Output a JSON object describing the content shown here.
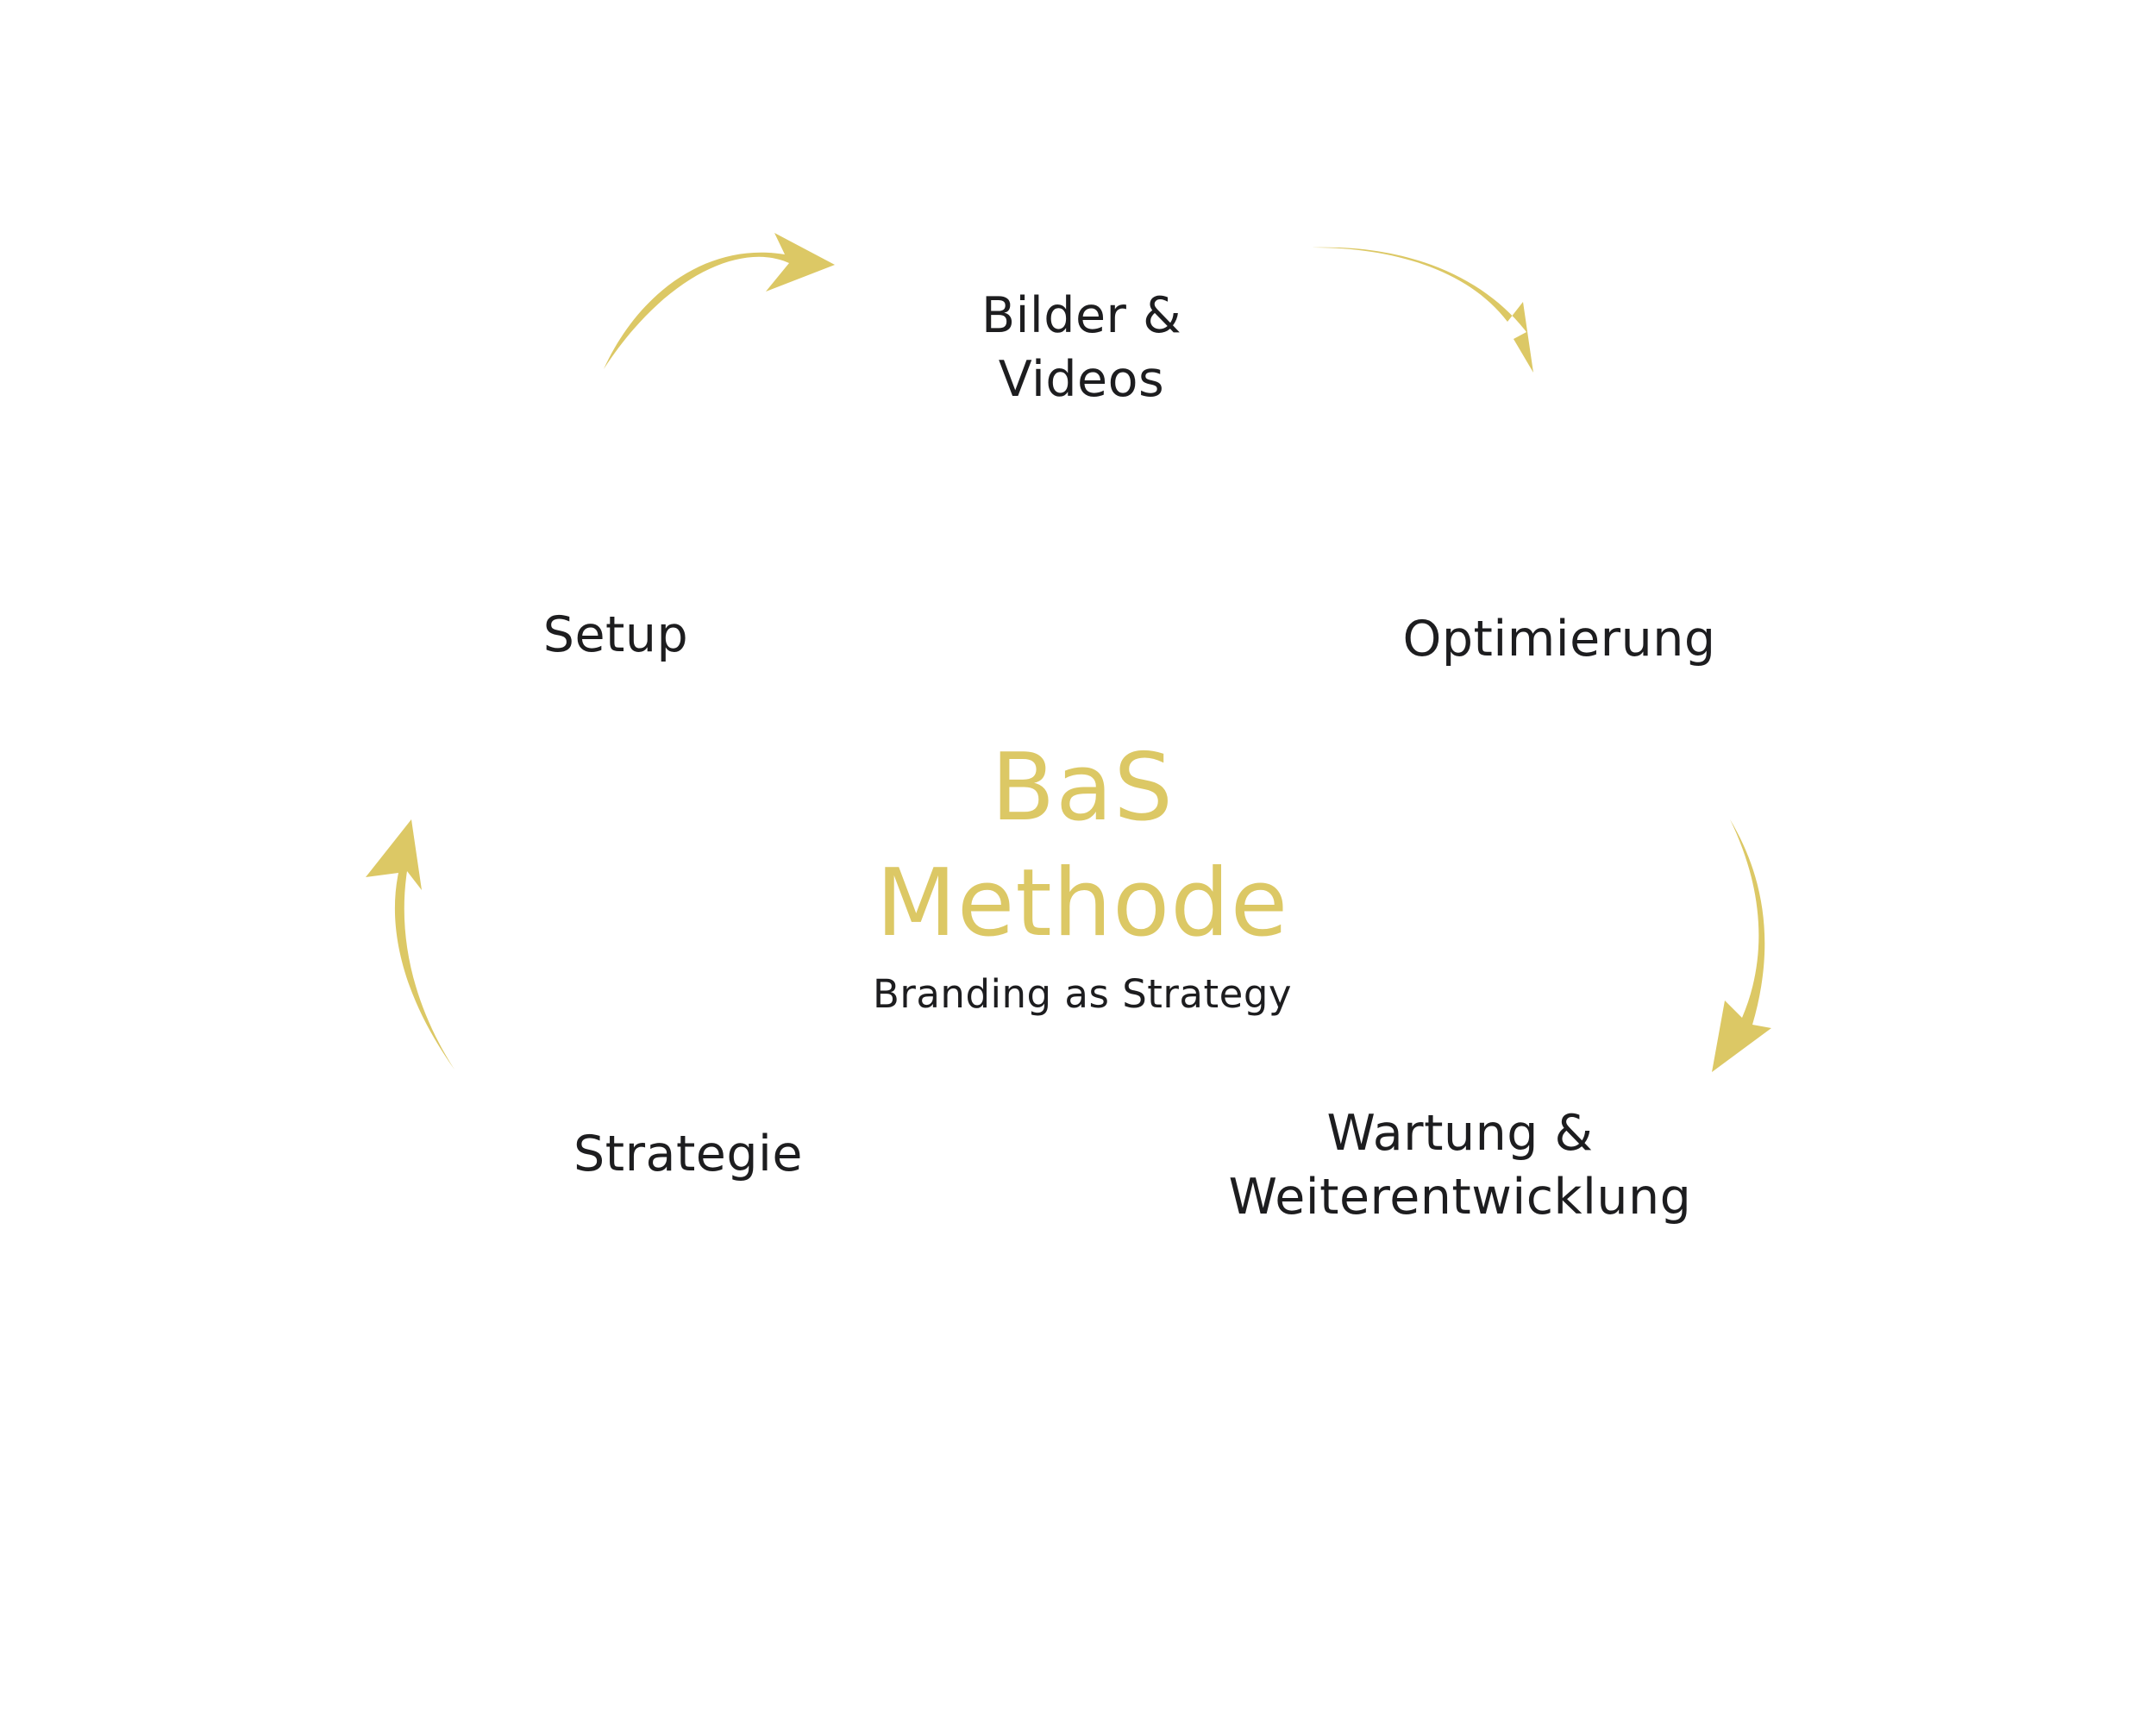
{
  "accent_color": "#dcc865",
  "text_color": "#1d1d1f",
  "center": {
    "title_line1": "BaS",
    "title_line2": "Methode",
    "subtitle": "Branding as Strategy"
  },
  "steps": {
    "bilder": {
      "line1": "Bilder &",
      "line2": "Videos"
    },
    "optimierung": {
      "line1": "Optimierung"
    },
    "wartung": {
      "line1": "Wartung &",
      "line2": "Weiterentwicklung"
    },
    "strategie": {
      "line1": "Strategie"
    },
    "setup": {
      "line1": "Setup"
    }
  },
  "arrows": [
    {
      "name": "arrow-setup-to-bilder",
      "icon": "curved-arrow-icon"
    },
    {
      "name": "arrow-bilder-to-optimierung",
      "icon": "curved-arrow-icon"
    },
    {
      "name": "arrow-optimierung-to-wartung",
      "icon": "curved-arrow-icon"
    },
    {
      "name": "arrow-strategie-to-setup",
      "icon": "curved-arrow-icon"
    }
  ]
}
